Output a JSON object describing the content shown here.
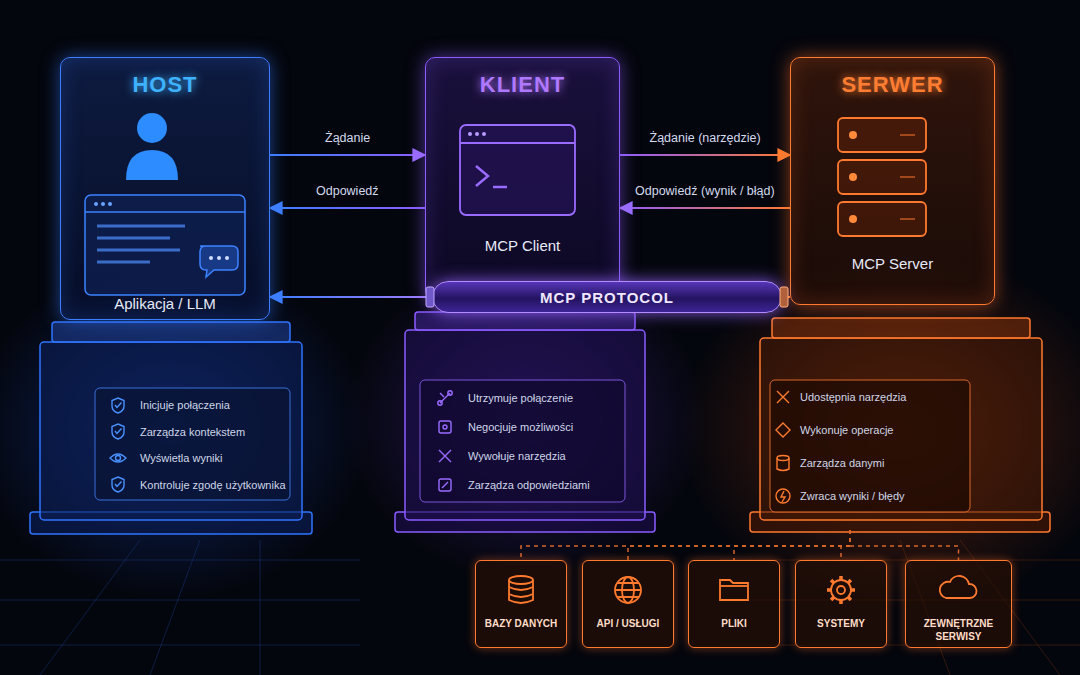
{
  "diagram": {
    "nodes": [
      {
        "text": [
          "HOST",
          "Aplikacja / LLM"
        ]
      },
      {
        "text": [
          "KLIENT",
          "MCP Client"
        ]
      },
      {
        "text": [
          "SERWER",
          "MCP Server"
        ]
      },
      {
        "text": [
          "MCP PROTOCOL"
        ]
      },
      {
        "text": [
          "Inicjuje połączenia",
          "Zarządza kontekstem",
          "Wyświetla wyniki",
          "Kontroluje zgodę użytkownika"
        ]
      },
      {
        "text": [
          "Utrzymuje połączenie",
          "Negocjuje możliwości",
          "Wywołuje narzędzia",
          "Zarządza odpowiedziami"
        ]
      },
      {
        "text": [
          "Udostępnia narzędzia",
          "Wykonuje operacje",
          "Zarządza danymi",
          "Zwraca wyniki / błędy"
        ]
      },
      {
        "text": [
          "BAZY DANYCH"
        ]
      },
      {
        "text": [
          "API / USŁUGI"
        ]
      },
      {
        "text": [
          "PLIKI"
        ]
      },
      {
        "text": [
          "SYSTEMY"
        ]
      },
      {
        "text": [
          "ZEWNĘTRZNE SERWISY"
        ]
      }
    ],
    "edges": [
      {
        "from": 0,
        "to": 1,
        "label": "Żądanie",
        "arrow": "to"
      },
      {
        "from": 1,
        "to": 0,
        "label": "Odpowiedź",
        "arrow": "to"
      },
      {
        "from": 1,
        "to": 2,
        "label": "Żądanie (narzędzie)",
        "arrow": "to"
      },
      {
        "from": 2,
        "to": 1,
        "label": "Odpowiedź (wynik / błąd)",
        "arrow": "to"
      },
      {
        "from": 3,
        "to": 0,
        "arrow": "to"
      },
      {
        "from": 3,
        "to": 2,
        "arrow": "none"
      },
      {
        "from": 6,
        "to": 7,
        "arrow": "none"
      },
      {
        "from": 6,
        "to": 8,
        "arrow": "none"
      },
      {
        "from": 6,
        "to": 9,
        "arrow": "none"
      },
      {
        "from": 6,
        "to": 10,
        "arrow": "none"
      },
      {
        "from": 6,
        "to": 11,
        "arrow": "none"
      }
    ]
  }
}
